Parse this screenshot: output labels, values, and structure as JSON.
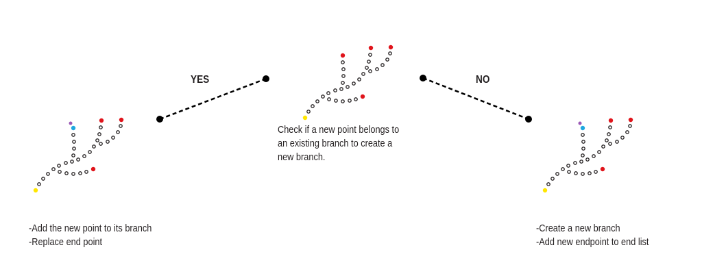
{
  "labels": {
    "yes": "YES",
    "no": "NO",
    "center_description": [
      "Check if a new point belongs to",
      "an existing branch to create a",
      "new branch."
    ],
    "left_actions": [
      "-Add the new point to its branch",
      "-Replace end point"
    ],
    "right_actions": [
      "-Create a new branch",
      "-Add new endpoint to end list"
    ]
  },
  "colors": {
    "start_point": "#ffe600",
    "end_point": "#e0141b",
    "new_point": "#9b59b6",
    "matched_point": "#1fa7e0",
    "path_point": "#231f20",
    "connector": "#000000"
  }
}
